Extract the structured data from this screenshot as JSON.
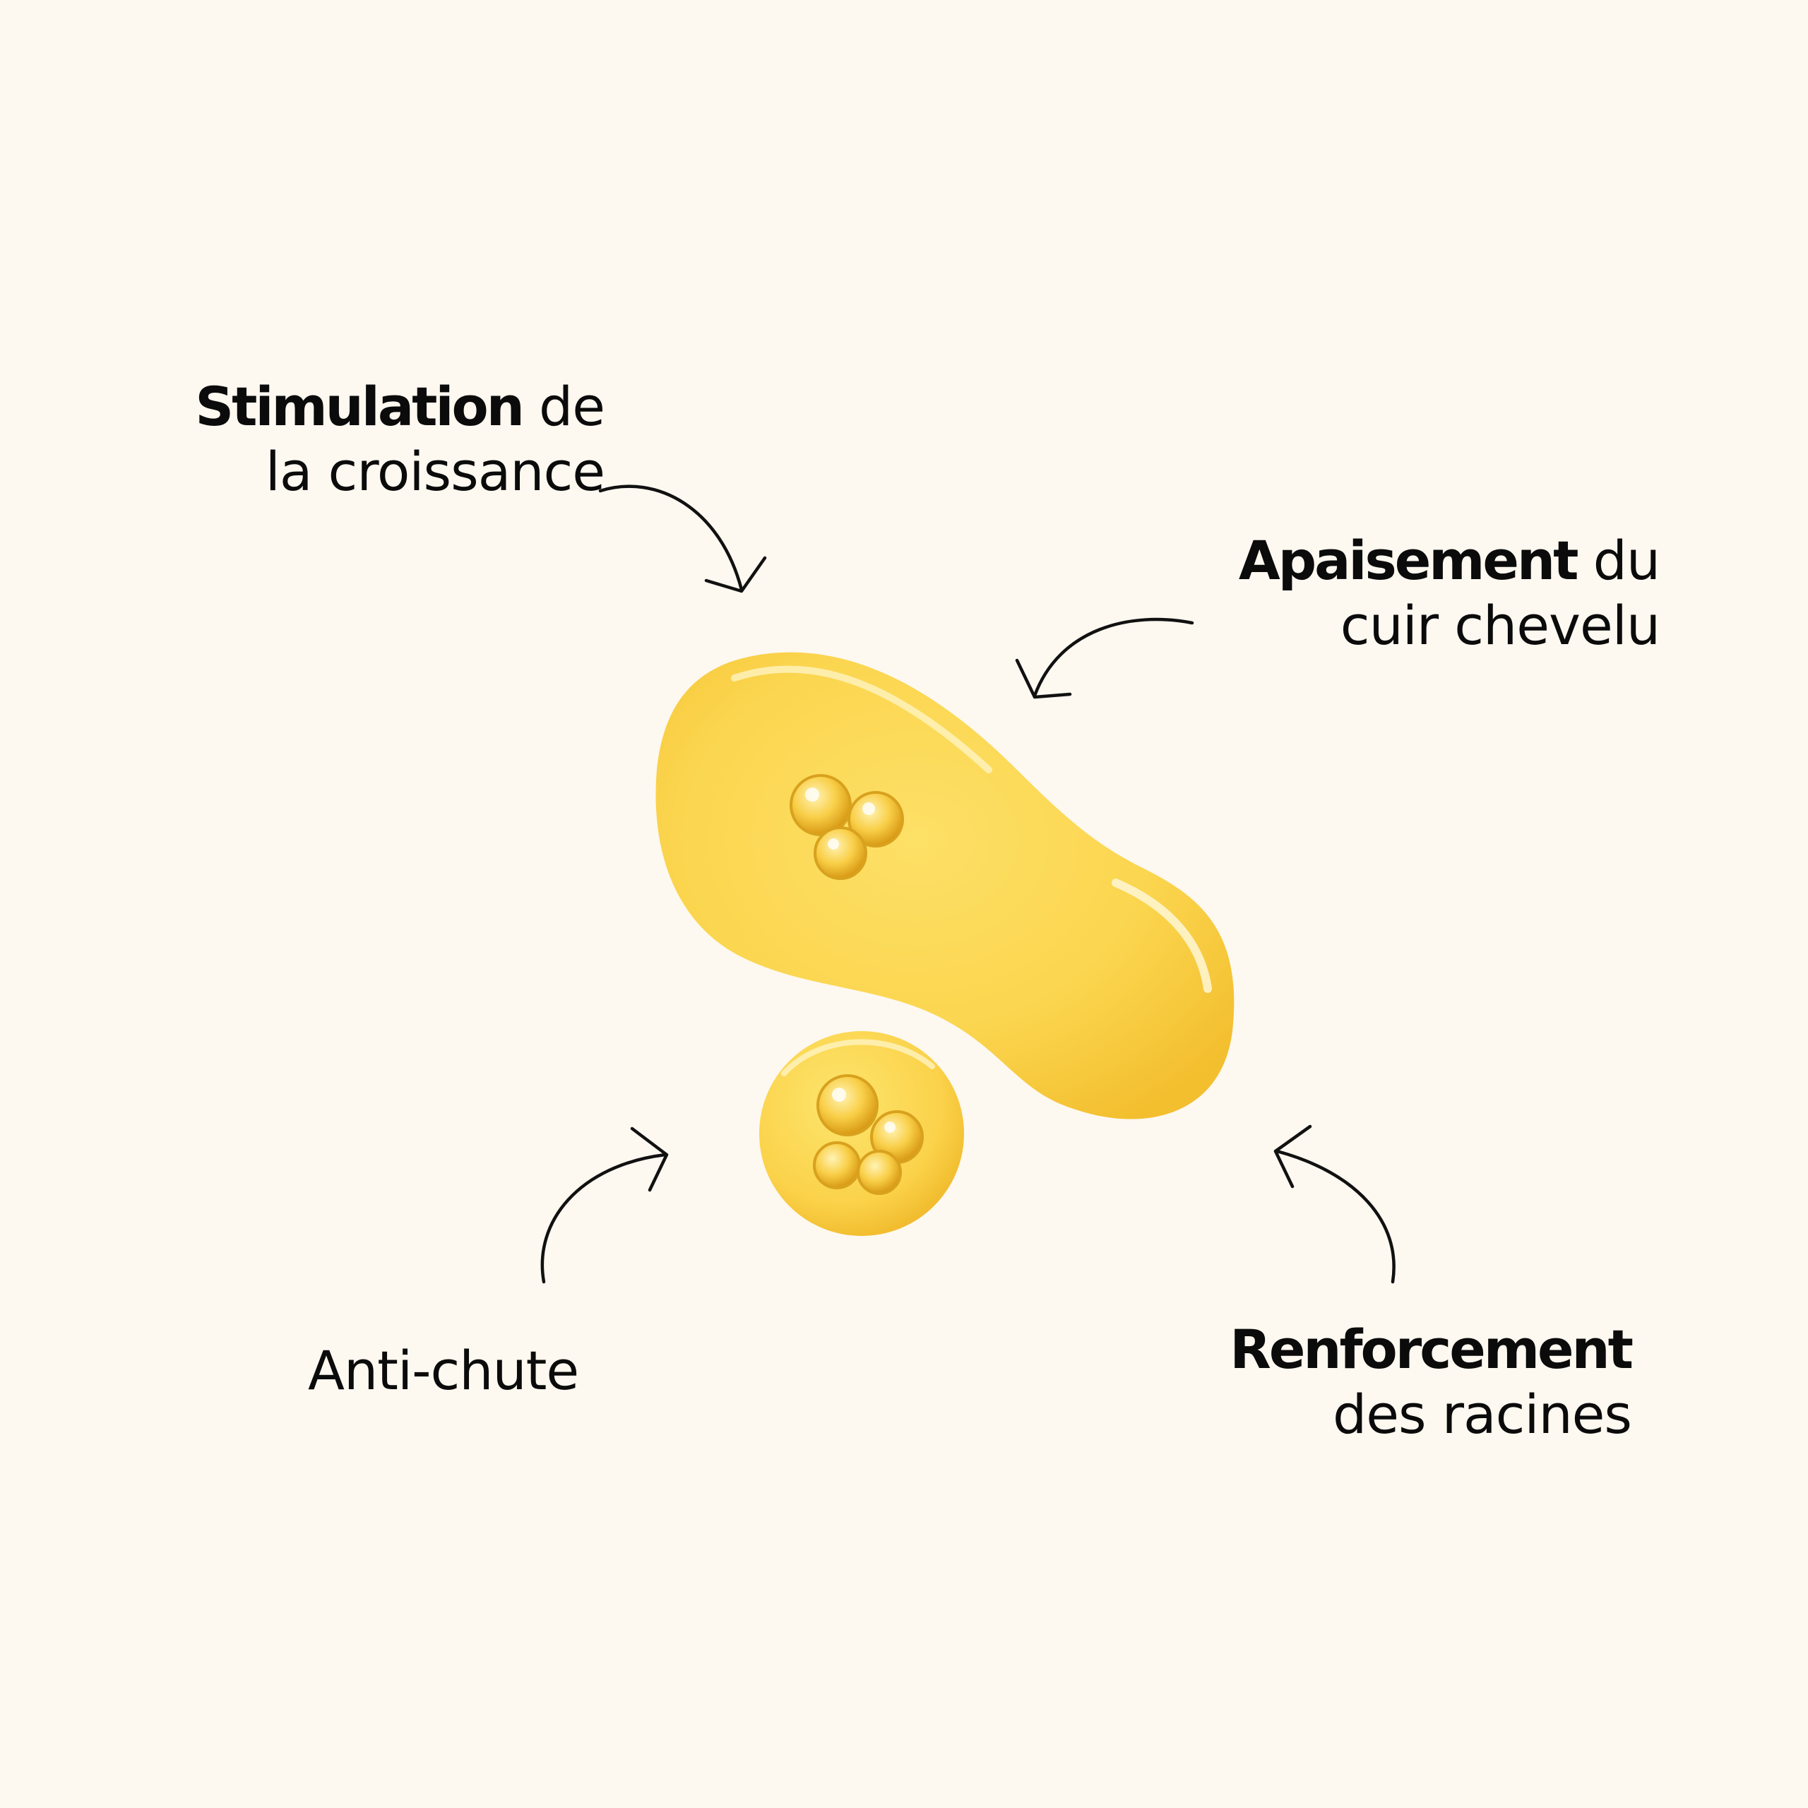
{
  "background_color": "#fdf8f0",
  "oil_color": "#f7c948",
  "labels": {
    "stimulation": {
      "bold": "Stimulation",
      "rest": " de",
      "line2": "la croissance"
    },
    "apaisement": {
      "bold": "Apaisement",
      "rest": " du",
      "line2": "cuir chevelu"
    },
    "anti_chute": {
      "text": "Anti-chute"
    },
    "renforcement": {
      "bold": "Renforcement",
      "line2": "des racines"
    }
  }
}
